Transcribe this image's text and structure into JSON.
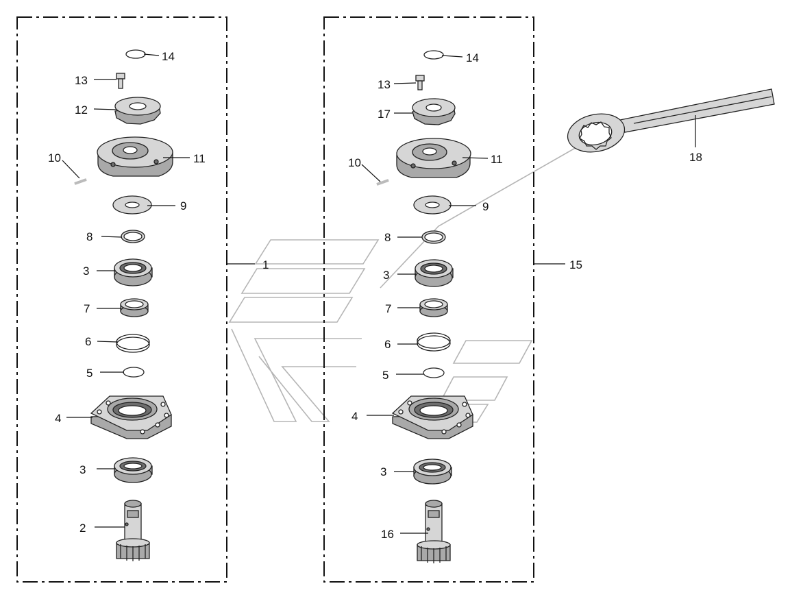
{
  "callouts": {
    "left": {
      "p14": "14",
      "p13": "13",
      "p12": "12",
      "p10": "10",
      "p11": "11",
      "p9": "9",
      "p8": "8",
      "p3a": "3",
      "p7": "7",
      "p6": "6",
      "p5": "5",
      "p4": "4",
      "p3b": "3",
      "p2": "2",
      "assembly": "1"
    },
    "right": {
      "p14": "14",
      "p13": "13",
      "p17": "17",
      "p10": "10",
      "p11": "11",
      "p9": "9",
      "p8": "8",
      "p3a": "3",
      "p7": "7",
      "p6": "6",
      "p5": "5",
      "p4": "4",
      "p3b": "3",
      "p16": "16",
      "assembly": "15",
      "wrench": "18"
    }
  }
}
